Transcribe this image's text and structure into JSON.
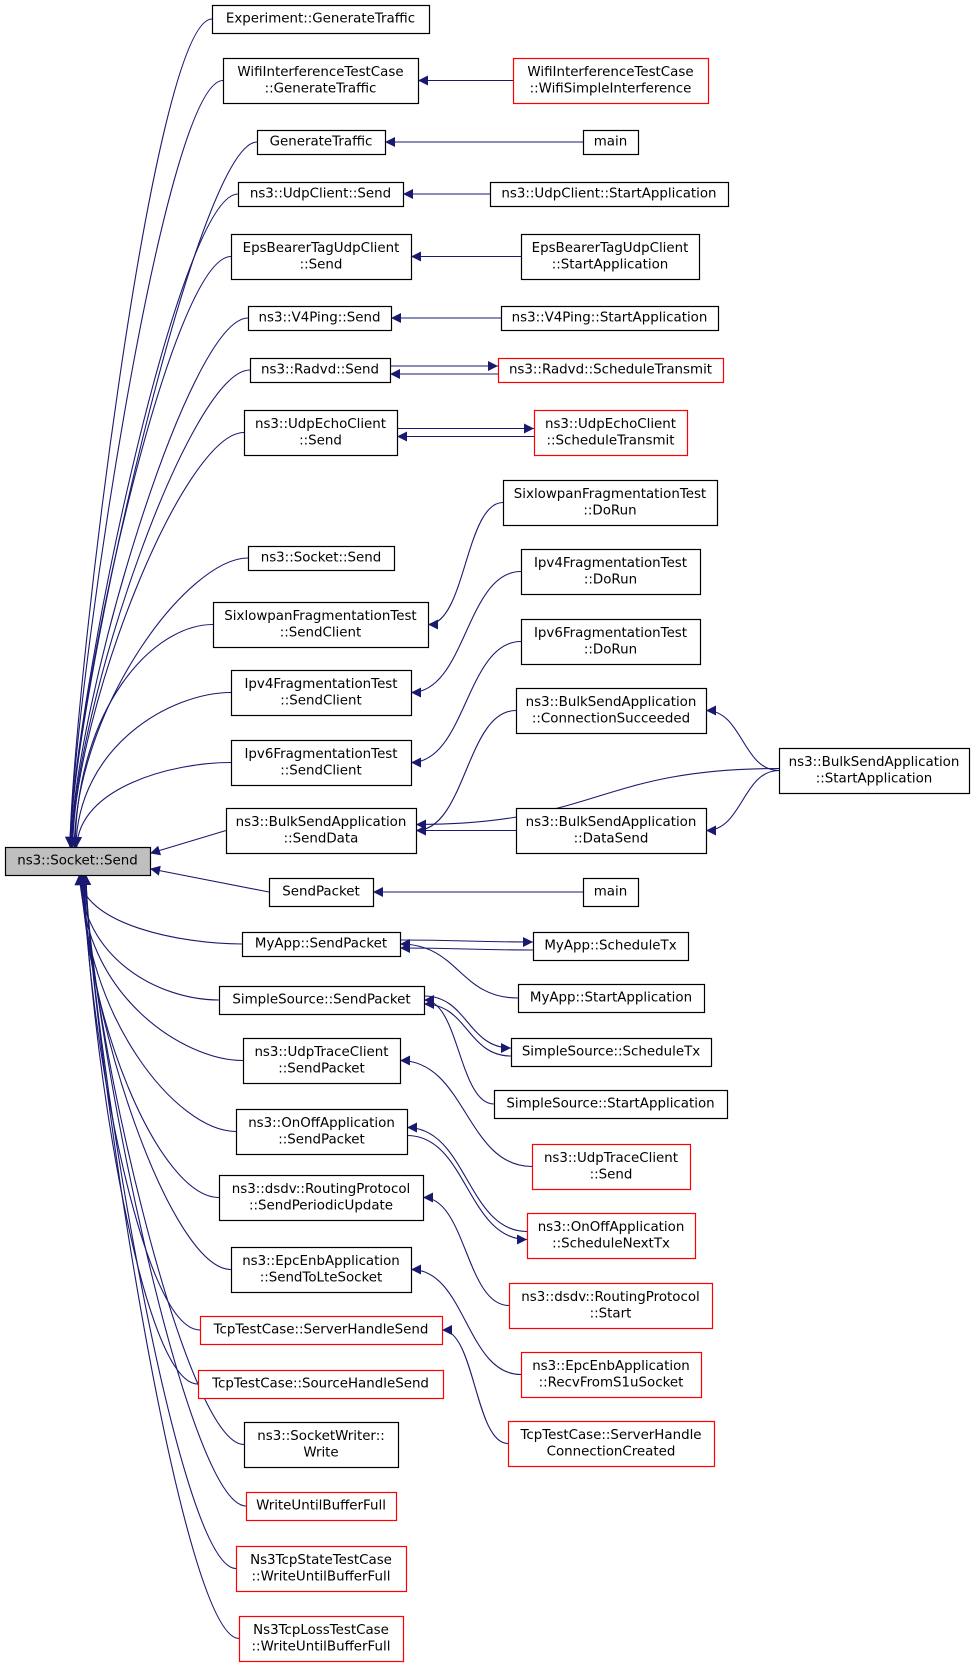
{
  "colors": {
    "edge": "#191970",
    "node_border": "#000000",
    "node_border_truncated": "#ff0000",
    "root_fill": "#bfbfbf",
    "node_fill": "#ffffff"
  },
  "nodes": [
    {
      "id": "root",
      "lines": [
        "ns3::Socket::Send"
      ],
      "style": "root"
    },
    {
      "id": "exp_gt",
      "lines": [
        "Experiment::GenerateTraffic"
      ],
      "style": "normal"
    },
    {
      "id": "witc_gt",
      "lines": [
        "WifiInterferenceTestCase",
        "::GenerateTraffic"
      ],
      "style": "normal"
    },
    {
      "id": "witc_wsi",
      "lines": [
        "WifiInterferenceTestCase",
        "::WifiSimpleInterference"
      ],
      "style": "truncated"
    },
    {
      "id": "gt",
      "lines": [
        "GenerateTraffic"
      ],
      "style": "normal"
    },
    {
      "id": "main1",
      "lines": [
        "main"
      ],
      "style": "normal"
    },
    {
      "id": "udpc_send",
      "lines": [
        "ns3::UdpClient::Send"
      ],
      "style": "normal"
    },
    {
      "id": "udpc_start",
      "lines": [
        "ns3::UdpClient::StartApplication"
      ],
      "style": "normal"
    },
    {
      "id": "eps_send",
      "lines": [
        "EpsBearerTagUdpClient",
        "::Send"
      ],
      "style": "normal"
    },
    {
      "id": "eps_start",
      "lines": [
        "EpsBearerTagUdpClient",
        "::StartApplication"
      ],
      "style": "normal"
    },
    {
      "id": "v4_send",
      "lines": [
        "ns3::V4Ping::Send"
      ],
      "style": "normal"
    },
    {
      "id": "v4_start",
      "lines": [
        "ns3::V4Ping::StartApplication"
      ],
      "style": "normal"
    },
    {
      "id": "radvd_send",
      "lines": [
        "ns3::Radvd::Send"
      ],
      "style": "normal"
    },
    {
      "id": "radvd_st",
      "lines": [
        "ns3::Radvd::ScheduleTransmit"
      ],
      "style": "truncated"
    },
    {
      "id": "uec_send",
      "lines": [
        "ns3::UdpEchoClient",
        "::Send"
      ],
      "style": "normal"
    },
    {
      "id": "uec_st",
      "lines": [
        "ns3::UdpEchoClient",
        "::ScheduleTransmit"
      ],
      "style": "truncated"
    },
    {
      "id": "sixlo_dorun",
      "lines": [
        "SixlowpanFragmentationTest",
        "::DoRun"
      ],
      "style": "normal"
    },
    {
      "id": "sock_send",
      "lines": [
        "ns3::Socket::Send"
      ],
      "style": "normal"
    },
    {
      "id": "sixlo_sc",
      "lines": [
        "SixlowpanFragmentationTest",
        "::SendClient"
      ],
      "style": "normal"
    },
    {
      "id": "ipv4_dorun",
      "lines": [
        "Ipv4FragmentationTest",
        "::DoRun"
      ],
      "style": "normal"
    },
    {
      "id": "ipv4_sc",
      "lines": [
        "Ipv4FragmentationTest",
        "::SendClient"
      ],
      "style": "normal"
    },
    {
      "id": "ipv6_dorun",
      "lines": [
        "Ipv6FragmentationTest",
        "::DoRun"
      ],
      "style": "normal"
    },
    {
      "id": "ipv6_sc",
      "lines": [
        "Ipv6FragmentationTest",
        "::SendClient"
      ],
      "style": "normal"
    },
    {
      "id": "bulk_cs",
      "lines": [
        "ns3::BulkSendApplication",
        "::ConnectionSucceeded"
      ],
      "style": "normal"
    },
    {
      "id": "bulk_start",
      "lines": [
        "ns3::BulkSendApplication",
        "::StartApplication"
      ],
      "style": "normal"
    },
    {
      "id": "bulk_sd",
      "lines": [
        "ns3::BulkSendApplication",
        "::SendData"
      ],
      "style": "normal"
    },
    {
      "id": "bulk_ds",
      "lines": [
        "ns3::BulkSendApplication",
        "::DataSend"
      ],
      "style": "normal"
    },
    {
      "id": "sendpacket",
      "lines": [
        "SendPacket"
      ],
      "style": "normal"
    },
    {
      "id": "main2",
      "lines": [
        "main"
      ],
      "style": "normal"
    },
    {
      "id": "myapp_sp",
      "lines": [
        "MyApp::SendPacket"
      ],
      "style": "normal"
    },
    {
      "id": "myapp_stx",
      "lines": [
        "MyApp::ScheduleTx"
      ],
      "style": "normal"
    },
    {
      "id": "myapp_start",
      "lines": [
        "MyApp::StartApplication"
      ],
      "style": "normal"
    },
    {
      "id": "ss_sp",
      "lines": [
        "SimpleSource::SendPacket"
      ],
      "style": "normal"
    },
    {
      "id": "ss_stx",
      "lines": [
        "SimpleSource::ScheduleTx"
      ],
      "style": "normal"
    },
    {
      "id": "ss_start",
      "lines": [
        "SimpleSource::StartApplication"
      ],
      "style": "normal"
    },
    {
      "id": "utc_sp",
      "lines": [
        "ns3::UdpTraceClient",
        "::SendPacket"
      ],
      "style": "normal"
    },
    {
      "id": "utc_send",
      "lines": [
        "ns3::UdpTraceClient",
        "::Send"
      ],
      "style": "truncated"
    },
    {
      "id": "onoff_sp",
      "lines": [
        "ns3::OnOffApplication",
        "::SendPacket"
      ],
      "style": "normal"
    },
    {
      "id": "onoff_snt",
      "lines": [
        "ns3::OnOffApplication",
        "::ScheduleNextTx"
      ],
      "style": "truncated"
    },
    {
      "id": "dsdv_spu",
      "lines": [
        "ns3::dsdv::RoutingProtocol",
        "::SendPeriodicUpdate"
      ],
      "style": "normal"
    },
    {
      "id": "dsdv_start",
      "lines": [
        "ns3::dsdv::RoutingProtocol",
        "::Start"
      ],
      "style": "truncated"
    },
    {
      "id": "epc_stls",
      "lines": [
        "ns3::EpcEnbApplication",
        "::SendToLteSocket"
      ],
      "style": "normal"
    },
    {
      "id": "epc_rfs1",
      "lines": [
        "ns3::EpcEnbApplication",
        "::RecvFromS1uSocket"
      ],
      "style": "truncated"
    },
    {
      "id": "tcp_shs",
      "lines": [
        "TcpTestCase::ServerHandleSend"
      ],
      "style": "truncated"
    },
    {
      "id": "tcp_shcc",
      "lines": [
        "TcpTestCase::ServerHandle",
        "ConnectionCreated"
      ],
      "style": "truncated"
    },
    {
      "id": "tcp_sohs",
      "lines": [
        "TcpTestCase::SourceHandleSend"
      ],
      "style": "truncated"
    },
    {
      "id": "sw_write",
      "lines": [
        "ns3::SocketWriter::",
        "Write"
      ],
      "style": "normal"
    },
    {
      "id": "wubf",
      "lines": [
        "WriteUntilBufferFull"
      ],
      "style": "truncated"
    },
    {
      "id": "ns3tcps_wubf",
      "lines": [
        "Ns3TcpStateTestCase",
        "::WriteUntilBufferFull"
      ],
      "style": "truncated"
    },
    {
      "id": "ns3tcpl_wubf",
      "lines": [
        "Ns3TcpLossTestCase",
        "::WriteUntilBufferFull"
      ],
      "style": "truncated"
    }
  ]
}
